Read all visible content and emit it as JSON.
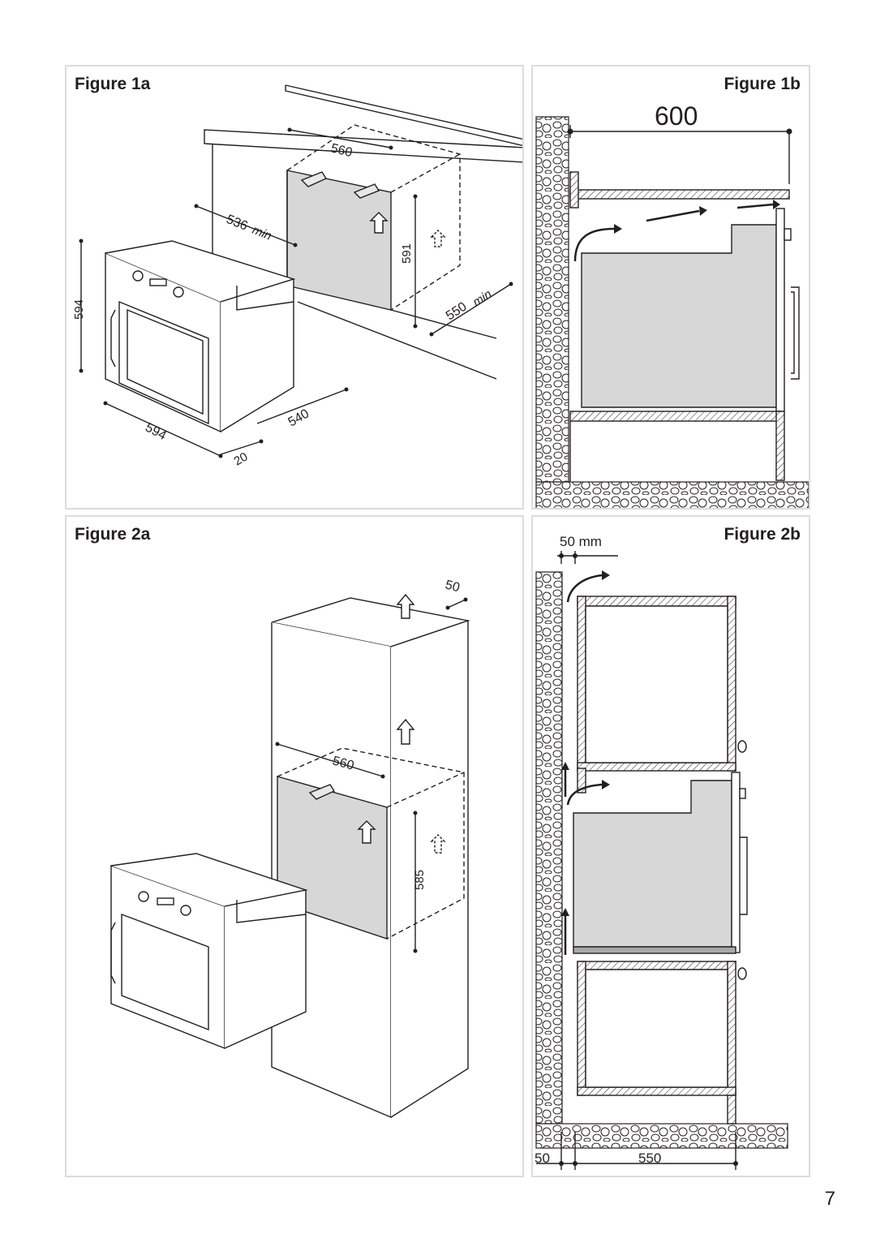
{
  "figures": {
    "fig1a": {
      "title": "Figure 1a",
      "dims": {
        "d560": "560",
        "d536": "536",
        "min": "min",
        "d591": "591",
        "d594_height": "594",
        "d550": "550",
        "d540": "540",
        "d594_width": "594",
        "d20": "20"
      }
    },
    "fig1b": {
      "title": "Figure 1b",
      "dims": {
        "d600": "600"
      }
    },
    "fig2a": {
      "title": "Figure 2a",
      "dims": {
        "d50": "50",
        "d560": "560",
        "d585": "585"
      }
    },
    "fig2b": {
      "title": "Figure 2b",
      "dims": {
        "d50mm": "50 mm",
        "d50": "50",
        "d550": "550"
      }
    }
  },
  "page_number": "7",
  "colors": {
    "fill_grey": "#d7d7d7",
    "line": "#231f20",
    "panel_border": "#dcdcdc"
  }
}
